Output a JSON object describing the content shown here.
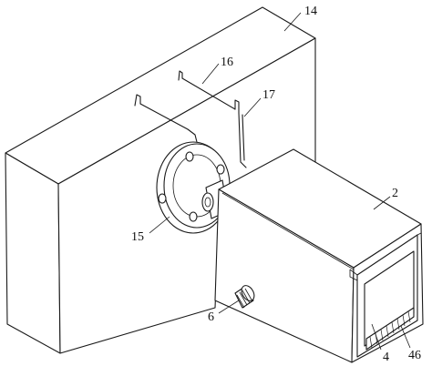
{
  "labels": {
    "housing_block": "14",
    "wire_upper": "16",
    "wire_lower": "17",
    "flange": "15",
    "drawer_box": "2",
    "knob": "6",
    "inner_tray": "4",
    "tray_slot": "46"
  }
}
